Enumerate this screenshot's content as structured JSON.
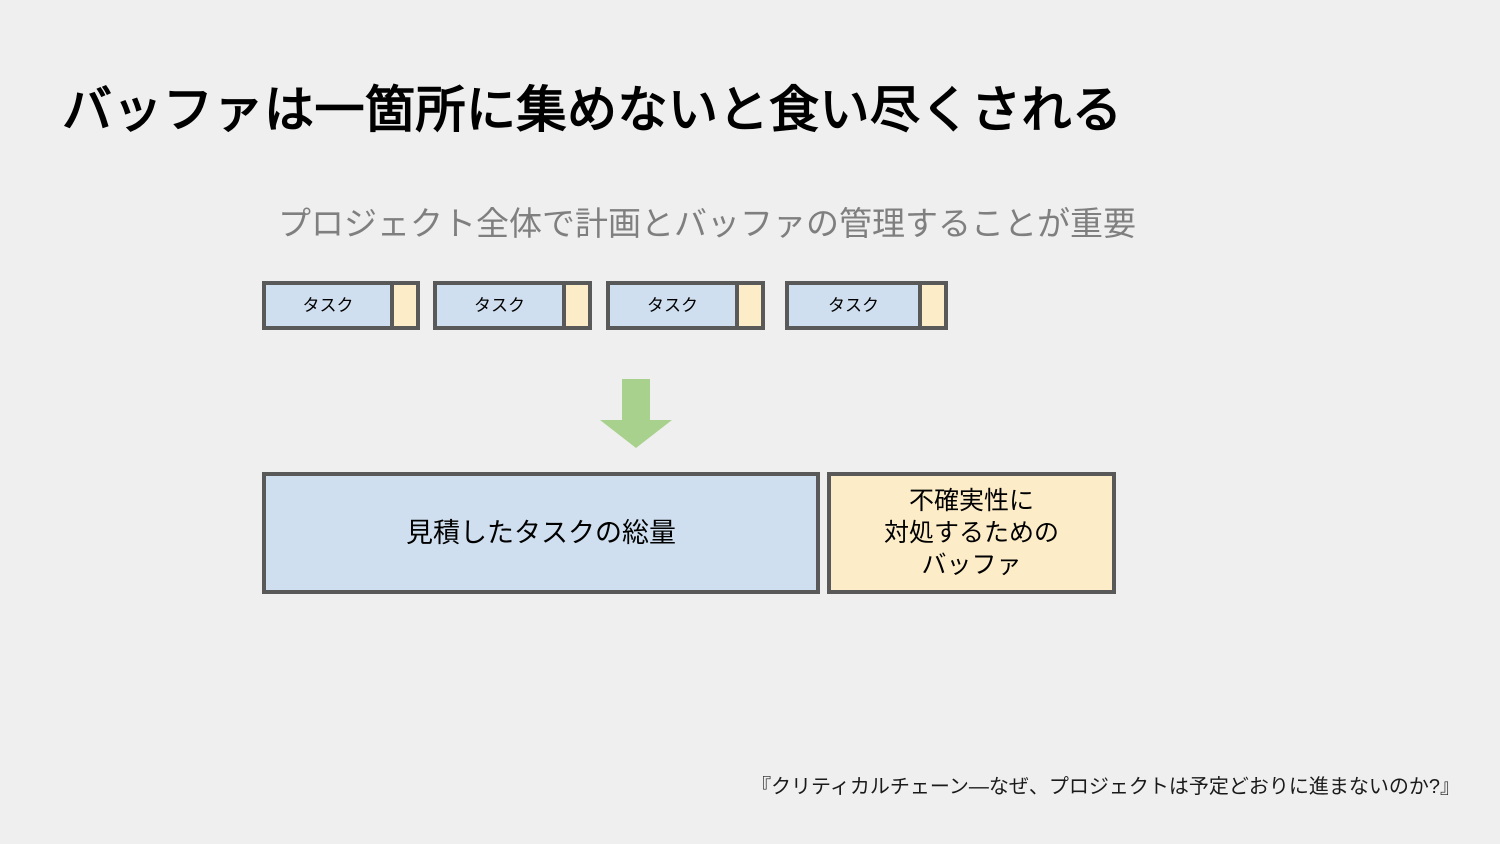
{
  "slide": {
    "background_color": "#efefef",
    "title": "バッファは一箇所に集めないと食い尽くされる",
    "subtitle": "プロジェクト全体で計画とバッファの管理することが重要",
    "footer": "『クリティカルチェーン―なぜ、プロジェクトは予定どおりに進まないのか?』"
  },
  "colors": {
    "task_fill": "#cfdfef",
    "buffer_fill": "#fdecc8",
    "box_border": "#595959",
    "arrow_fill": "#a9d18e",
    "title_text": "#000000",
    "subtitle_text": "#7f7f7f",
    "footer_text": "#1a1a1a"
  },
  "task_row": {
    "tasks": [
      {
        "label": "タスク"
      },
      {
        "label": "タスク"
      },
      {
        "label": "タスク"
      },
      {
        "label": "タスク"
      }
    ]
  },
  "arrow": {
    "direction": "down",
    "icon": "arrow-down-icon"
  },
  "aggregate": {
    "total_box": {
      "label": "見積したタスクの総量"
    },
    "buffer_box": {
      "lines": [
        "不確実性に",
        "対処するための",
        "バッファ"
      ]
    }
  }
}
